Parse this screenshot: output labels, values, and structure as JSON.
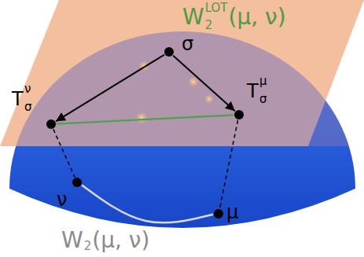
{
  "diagram": {
    "nodes": [
      {
        "text": [
          "σ"
        ]
      },
      {
        "text": [
          "T",
          "ν",
          "σ"
        ]
      },
      {
        "text": [
          "T",
          "μ",
          "σ"
        ]
      },
      {
        "text": [
          "ν"
        ]
      },
      {
        "text": [
          "μ"
        ]
      }
    ],
    "edges": [
      {
        "from": 0,
        "to": 1,
        "arrow": "to"
      },
      {
        "from": 0,
        "to": 2,
        "arrow": "to"
      },
      {
        "from": 1,
        "to": 2,
        "arrow": "none"
      },
      {
        "from": 1,
        "to": 3,
        "arrow": "none"
      },
      {
        "from": 2,
        "to": 4,
        "arrow": "none"
      },
      {
        "from": 3,
        "to": 4,
        "arrow": "none"
      }
    ],
    "labels": [
      "W",
      "LOT",
      "2",
      "(μ, ν)",
      "W",
      "2",
      "(μ, ν)"
    ]
  }
}
